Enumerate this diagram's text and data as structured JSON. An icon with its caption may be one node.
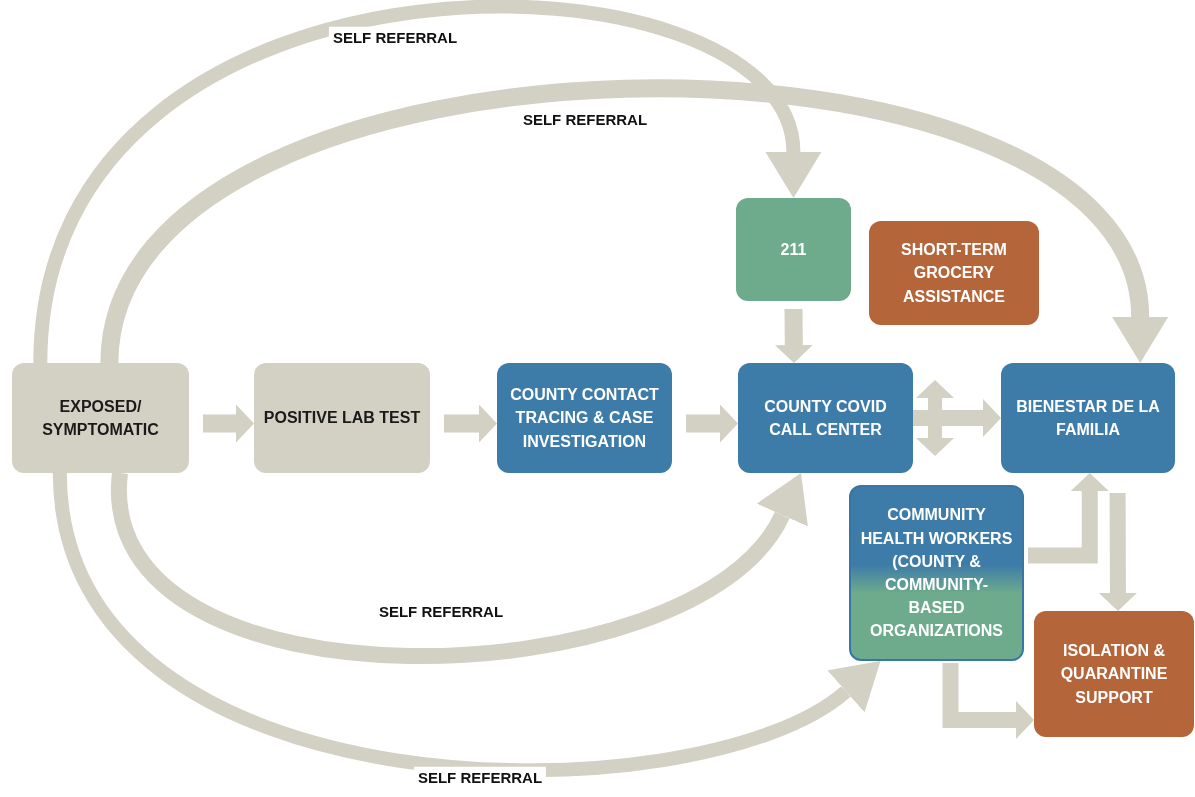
{
  "diagram": {
    "nodes": [
      {
        "text": [
          "EXPOSED/ SYMPTOMATIC"
        ]
      },
      {
        "text": [
          "POSITIVE LAB TEST"
        ]
      },
      {
        "text": [
          "COUNTY CONTACT TRACING & CASE INVESTIGATION"
        ]
      },
      {
        "text": [
          "211"
        ]
      },
      {
        "text": [
          "SHORT-TERM GROCERY ASSISTANCE"
        ]
      },
      {
        "text": [
          "COUNTY COVID CALL CENTER"
        ]
      },
      {
        "text": [
          "BIENESTAR DE LA FAMILIA"
        ]
      },
      {
        "text": [
          "COMMUNITY HEALTH WORKERS (COUNTY & COMMUNITY-BASED ORGANIZATIONS"
        ]
      },
      {
        "text": [
          "ISOLATION & QUARANTINE SUPPORT"
        ]
      }
    ],
    "edges": [
      {
        "from": 0,
        "to": 1,
        "arrow": "to"
      },
      {
        "from": 1,
        "to": 2,
        "arrow": "to"
      },
      {
        "from": 2,
        "to": 5,
        "arrow": "to"
      },
      {
        "from": 3,
        "to": 5,
        "arrow": "to"
      },
      {
        "from": 5,
        "to": 6,
        "arrow": "to"
      },
      {
        "from": 6,
        "to": 8,
        "arrow": "to"
      },
      {
        "from": 7,
        "to": 6,
        "arrow": "to"
      },
      {
        "from": 7,
        "to": 8,
        "arrow": "to"
      },
      {
        "from": 0,
        "to": 3,
        "arrow": "to",
        "label": "SELF REFERRAL"
      },
      {
        "from": 0,
        "to": 6,
        "arrow": "to",
        "label": "SELF REFERRAL"
      },
      {
        "from": 0,
        "to": 5,
        "arrow": "to",
        "label": "SELF REFERRAL"
      },
      {
        "from": 0,
        "to": 7,
        "arrow": "to",
        "label": "SELF REFERRAL"
      }
    ]
  }
}
